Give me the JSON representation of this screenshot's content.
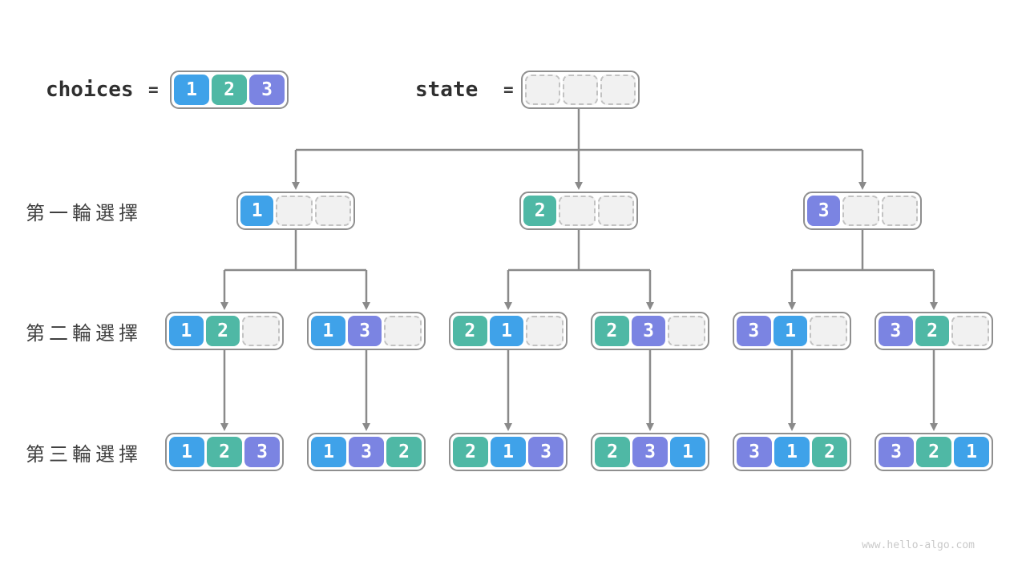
{
  "header": {
    "choices_label": "choices",
    "state_label": "state",
    "equals": "=",
    "choices": [
      "1",
      "2",
      "3"
    ],
    "state": [
      "",
      "",
      ""
    ]
  },
  "row_labels": [
    "第一輪選擇",
    "第二輪選擇",
    "第三輪選擇"
  ],
  "tree": {
    "level1": [
      [
        "1",
        "",
        ""
      ],
      [
        "2",
        "",
        ""
      ],
      [
        "3",
        "",
        ""
      ]
    ],
    "level2": [
      [
        "1",
        "2",
        ""
      ],
      [
        "1",
        "3",
        ""
      ],
      [
        "2",
        "1",
        ""
      ],
      [
        "2",
        "3",
        ""
      ],
      [
        "3",
        "1",
        ""
      ],
      [
        "3",
        "2",
        ""
      ]
    ],
    "level3": [
      [
        "1",
        "2",
        "3"
      ],
      [
        "1",
        "3",
        "2"
      ],
      [
        "2",
        "1",
        "3"
      ],
      [
        "2",
        "3",
        "1"
      ],
      [
        "3",
        "1",
        "2"
      ],
      [
        "3",
        "2",
        "1"
      ]
    ]
  },
  "cell_colors": {
    "1": "#3fa2e9",
    "2": "#4fb8a5",
    "3": "#7b84e2"
  },
  "connector_color": "#8a8a8a",
  "watermark": "www.hello-algo.com"
}
